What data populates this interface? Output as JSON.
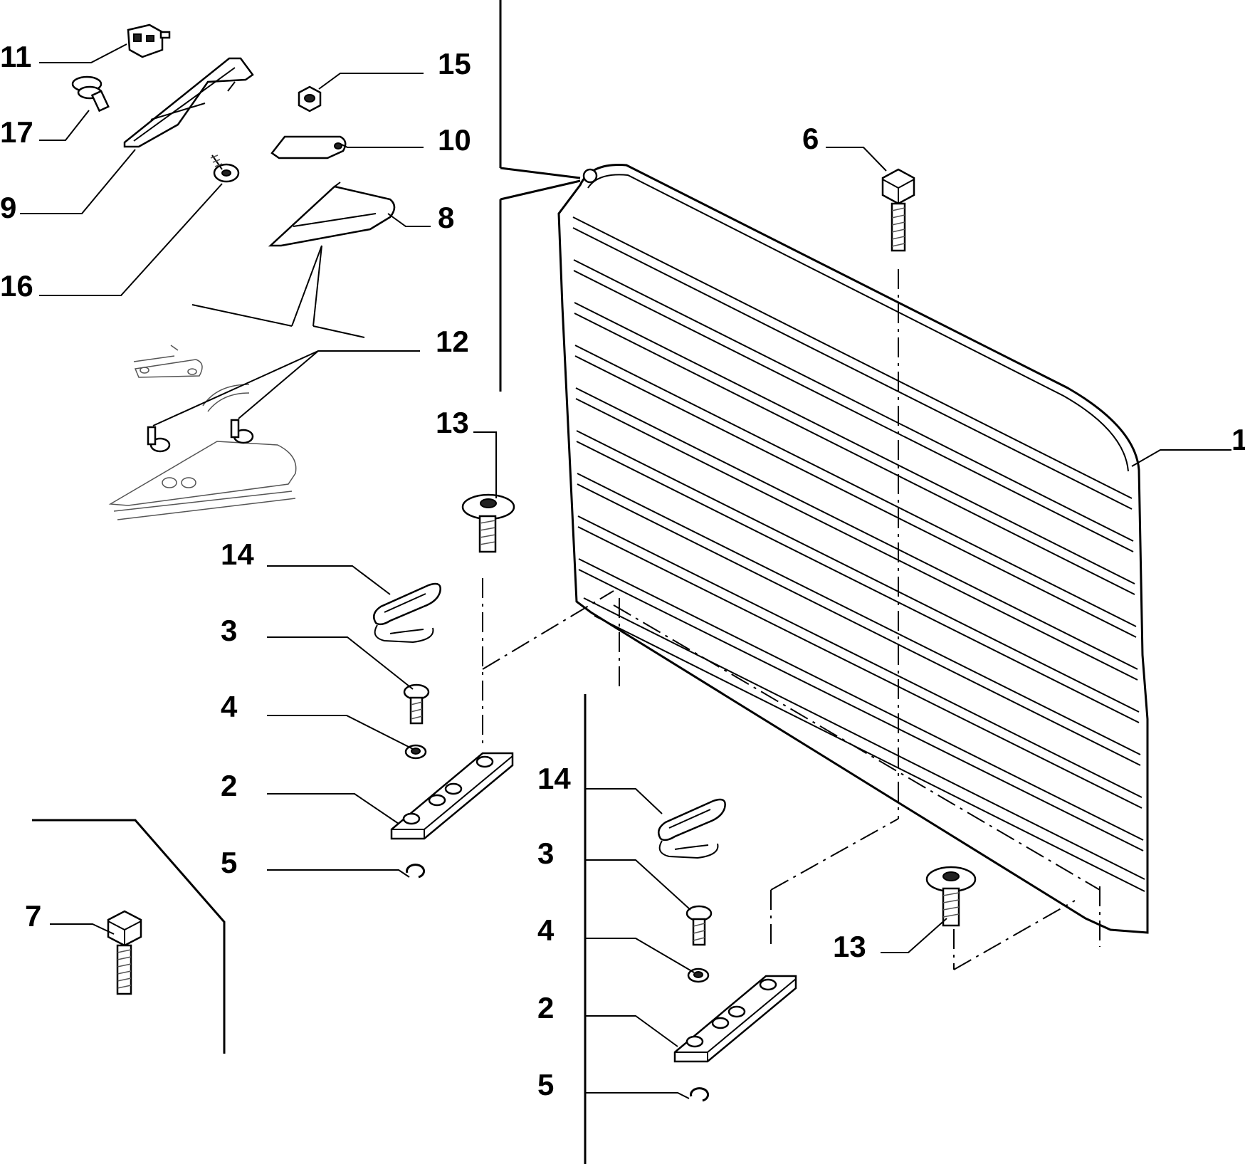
{
  "callouts": {
    "c1": "1",
    "c2a": "2",
    "c2b": "2",
    "c3a": "3",
    "c3b": "3",
    "c4a": "4",
    "c4b": "4",
    "c5a": "5",
    "c5b": "5",
    "c6": "6",
    "c7": "7",
    "c8": "8",
    "c9": "9",
    "c10": "10",
    "c11": "11",
    "c12": "12",
    "c13a": "13",
    "c13b": "13",
    "c14a": "14",
    "c14b": "14",
    "c15": "15",
    "c16": "16",
    "c17": "17"
  }
}
